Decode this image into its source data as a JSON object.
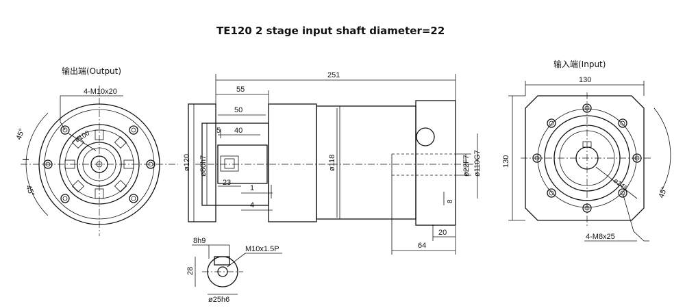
{
  "title": "TE120 2 stage input shaft diameter=22",
  "output_view": {
    "label": "输出端(Output)",
    "bolt_callout": "4-M10x20",
    "pcd": "ø100",
    "angle_top": "45°",
    "angle_bottom": "45°"
  },
  "side_view": {
    "overall_length": "251",
    "shaft_total": "55",
    "shaft_key_length": "50",
    "key_offset": "5",
    "key_length": "40",
    "shoulder": "23",
    "step_small": "1",
    "step_flange": "4",
    "dia_body_outer": "ø120",
    "dia_pilot": "ø80h7",
    "dia_housing": "ø118",
    "dia_input_shaft": "ø22F7",
    "dia_input_pilot": "ø110G7",
    "flange_thk": "8",
    "input_depth": "20",
    "input_shaft_len": "64"
  },
  "shaft_detail": {
    "key_width": "8h9",
    "thread": "M10x1.5P",
    "key_height": "28",
    "shaft_dia": "ø25h6"
  },
  "input_view": {
    "label": "输入端(Input)",
    "width": "130",
    "height": "130",
    "bolt_callout": "4-M8x25",
    "pcd": "ø145",
    "angle": "45°"
  }
}
